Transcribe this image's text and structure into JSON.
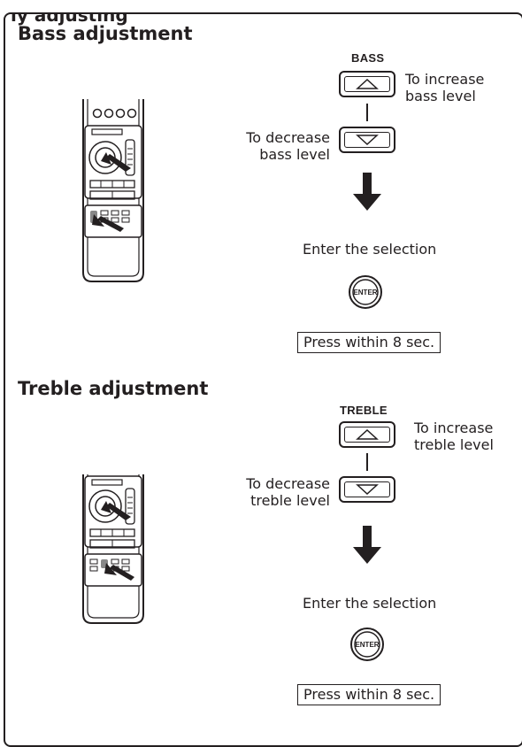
{
  "page": {
    "clipped_heading": "ly adjusting"
  },
  "bass": {
    "title": "Bass adjustment",
    "button_caption": "BASS",
    "increase_label": [
      "To increase",
      "bass level"
    ],
    "decrease_label": [
      "To decrease",
      "bass level"
    ],
    "enter_label": "Enter the selection",
    "enter_button": "ENTER",
    "time_note": "Press within 8 sec."
  },
  "treble": {
    "title": "Treble adjustment",
    "button_caption": "TREBLE",
    "increase_label": [
      "To increase",
      "treble level"
    ],
    "decrease_label": [
      "To decrease",
      "treble level"
    ],
    "enter_label": "Enter the selection",
    "enter_button": "ENTER",
    "time_note": "Press within 8 sec."
  },
  "icons": [
    "remote-control-icon",
    "up-arrow-button-icon",
    "down-arrow-button-icon",
    "down-arrow-icon",
    "enter-button-icon",
    "pointing-hand-arrow-icon"
  ]
}
